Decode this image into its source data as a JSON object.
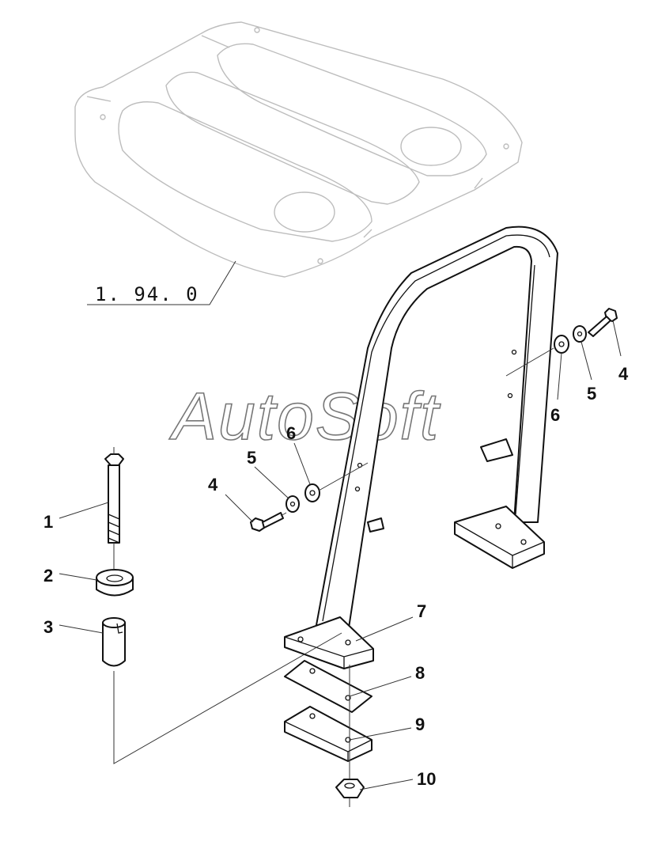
{
  "reference_label": "1. 94. 0",
  "watermark": "AutoSoft",
  "callouts": [
    {
      "id": "c1",
      "text": "1"
    },
    {
      "id": "c2",
      "text": "2"
    },
    {
      "id": "c3",
      "text": "3"
    },
    {
      "id": "c4a",
      "text": "4"
    },
    {
      "id": "c5a",
      "text": "5"
    },
    {
      "id": "c6a",
      "text": "6"
    },
    {
      "id": "c4b",
      "text": "4"
    },
    {
      "id": "c5b",
      "text": "5"
    },
    {
      "id": "c6b",
      "text": "6"
    },
    {
      "id": "c7",
      "text": "7"
    },
    {
      "id": "c8",
      "text": "8"
    },
    {
      "id": "c9",
      "text": "9"
    },
    {
      "id": "c10",
      "text": "10"
    }
  ]
}
